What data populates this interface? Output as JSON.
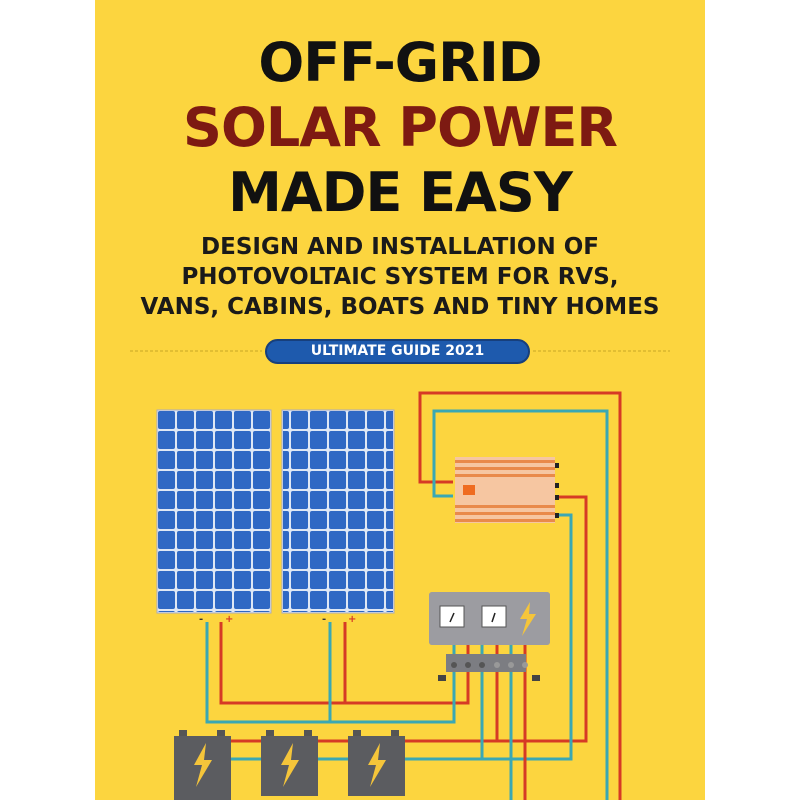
{
  "cover": {
    "title_line1": "OFF-GRID",
    "title_line2": "SOLAR POWER",
    "title_line3": "MADE EASY",
    "subtitle_line1": "DESIGN AND INSTALLATION OF",
    "subtitle_line2": "PHOTOVOLTAIC SYSTEM FOR RVS,",
    "subtitle_line3": "VANS, CABINS, BOATS AND TINY HOMES",
    "badge": "ULTIMATE GUIDE 2021",
    "panel_minus": "-",
    "panel_plus": "+"
  },
  "colors": {
    "background": "#fcd53f",
    "title_dark": "#111111",
    "title_red": "#7d1a12",
    "badge": "#1e5aad",
    "wire_red": "#d63a25",
    "wire_teal": "#3aa8b4"
  },
  "icons": [
    "solar-panel-icon",
    "inverter-icon",
    "charge-controller-icon",
    "battery-icon",
    "lightning-icon"
  ]
}
